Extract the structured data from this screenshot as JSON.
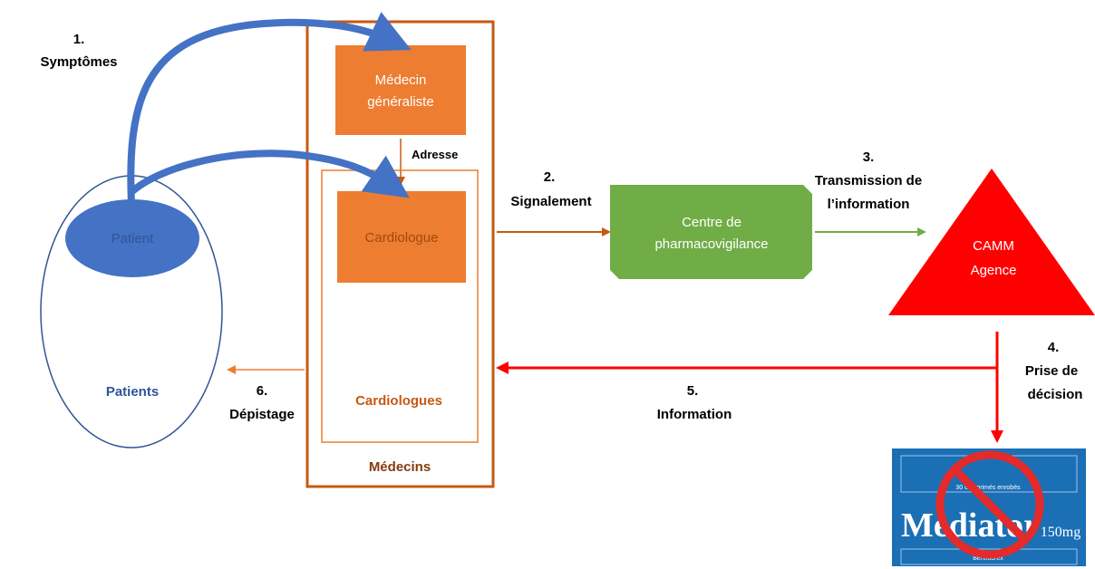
{
  "patients_group": {
    "label": "Patients",
    "patient_node": "Patient"
  },
  "medecins_group": {
    "label": "Médecins",
    "generaliste": [
      "Médecin",
      "généraliste"
    ],
    "adresse": "Adresse",
    "cardiologues_group": {
      "label": "Cardiologues",
      "cardiologue_node": "Cardiologue"
    }
  },
  "pharmaco": [
    "Centre de",
    "pharmacovigilance"
  ],
  "agence": [
    "CAMM",
    "Agence"
  ],
  "steps": {
    "s1": [
      "1.",
      "Symptômes"
    ],
    "s2": [
      "2.",
      "Signalement"
    ],
    "s3": [
      "3.",
      "Transmission de",
      "l’information"
    ],
    "s4": [
      "4.",
      "Prise de",
      "décision"
    ],
    "s5": [
      "5.",
      "Information"
    ],
    "s6": [
      "6.",
      "Dépistage"
    ]
  },
  "drug_box": {
    "top": "30 comprimés enrobés",
    "name": "Mediator",
    "dose": "150mg",
    "bottom": "Benfluorex"
  },
  "colors": {
    "blue": "#4472c4",
    "orange": "#ed7d31",
    "brown": "#c55a11",
    "green": "#70ad47",
    "red": "#ff0000",
    "navy": "#2f5597"
  }
}
